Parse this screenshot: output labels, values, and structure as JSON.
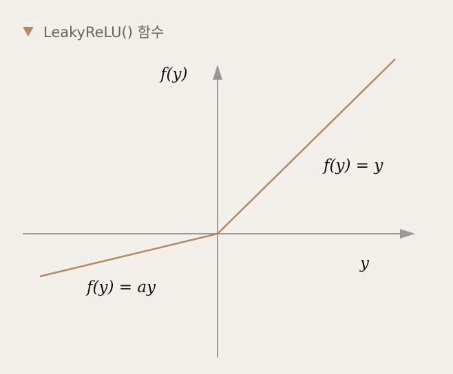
{
  "header": {
    "title": "LeakyReLU() 함수",
    "icon": "triangle-down-icon"
  },
  "diagram": {
    "y_axis_label": "f(y)",
    "x_axis_label": "y",
    "positive_label": "f(y) = y",
    "negative_label": "f(y) = ay",
    "line_color": "#b38a5f",
    "axis_color": "#999999"
  }
}
